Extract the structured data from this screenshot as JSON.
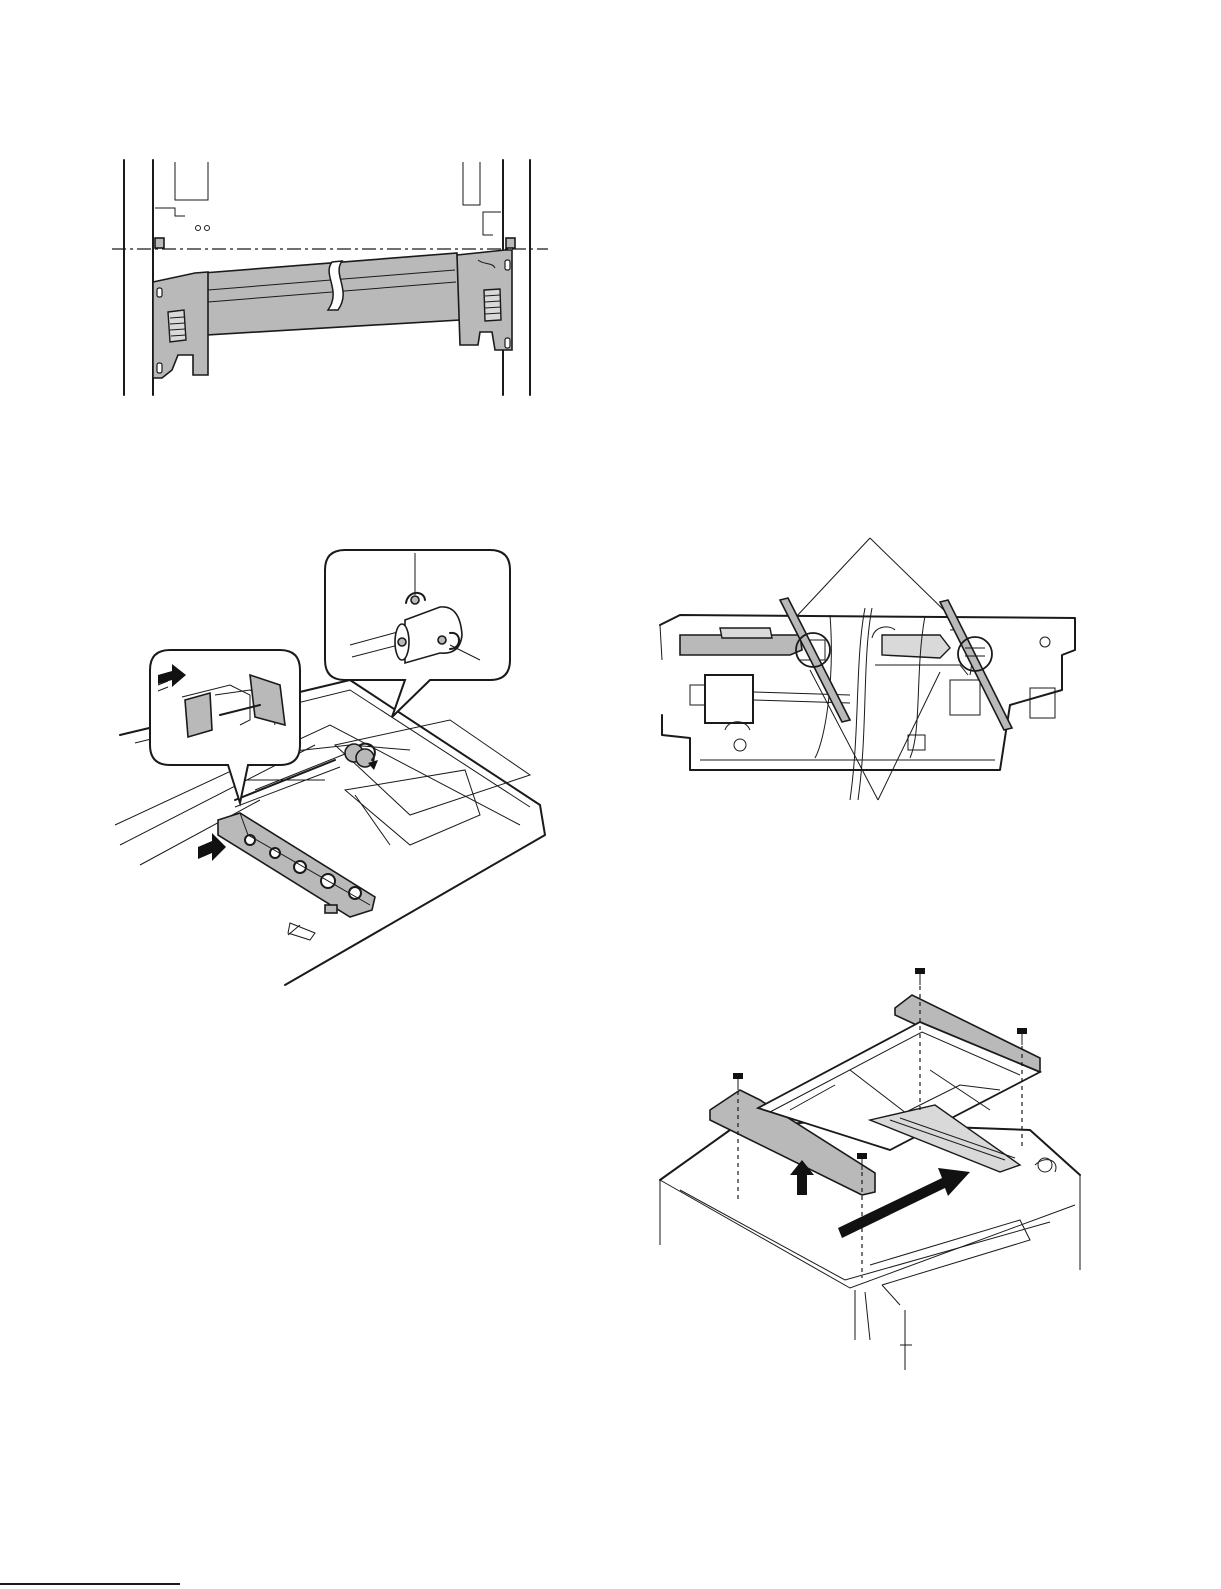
{
  "figures": [
    {
      "id": 1,
      "icon": "rail-bracket-diagram-icon"
    },
    {
      "id": 2,
      "icon": "mirror-unit-install-diagram-icon"
    },
    {
      "id": 3,
      "icon": "wire-position-diagram-icon"
    },
    {
      "id": 4,
      "icon": "glass-removal-diagram-icon"
    }
  ],
  "colors": {
    "ink": "#1a1a1a",
    "fill_gray": "#b9b9b9",
    "fill_light": "#d9d9d9"
  }
}
